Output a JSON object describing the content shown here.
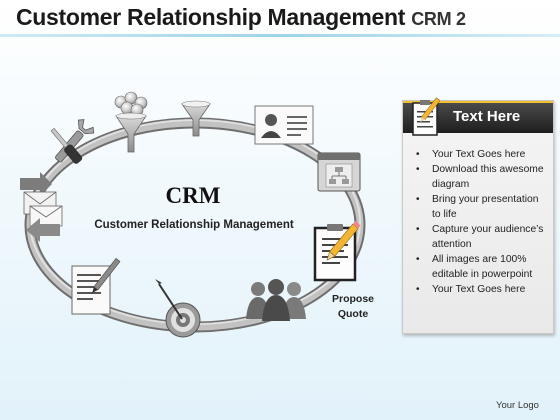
{
  "header": {
    "title": "Customer Relationship Management",
    "subtitle": "CRM 2"
  },
  "diagram": {
    "center_title": "CRM",
    "center_subtitle": "Customer Relationship Management",
    "step_label_line1": "Propose",
    "step_label_line2": "Quote",
    "icons": [
      "tools-icon",
      "coins-funnel-icon",
      "funnel-icon",
      "id-card-icon",
      "flowchart-window-icon",
      "clipboard-pencil-icon",
      "people-icon",
      "dart-target-icon",
      "document-pen-icon",
      "envelopes-arrows-icon"
    ]
  },
  "panel": {
    "title": "Text Here",
    "items": [
      "Your Text Goes here",
      "Download this awesome diagram",
      "Bring your presentation to life",
      "Capture your audience’s attention",
      "All images are 100% editable in powerpoint",
      "Your Text Goes here"
    ],
    "header_accent": "#f0c030"
  },
  "footer": {
    "logo_text": "Your Logo"
  }
}
